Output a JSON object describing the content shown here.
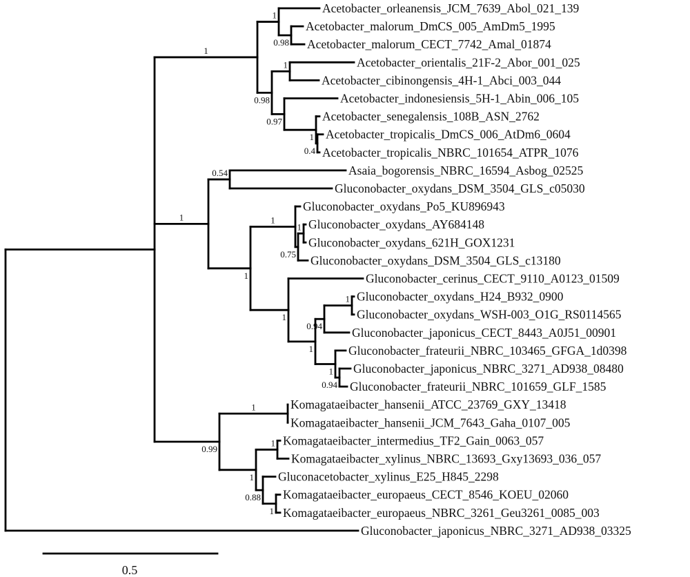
{
  "scale_bar": {
    "label": "0.5",
    "length": 0.5
  },
  "tree": {
    "children": [
      {
        "children": [
          {
            "support": "1",
            "children": [
              {
                "support": "1",
                "children": [
                  {
                    "label": "Acetobacter_orleanensis_JCM_7639_Abol_021_139"
                  },
                  {
                    "support": "0.98",
                    "children": [
                      {
                        "label": "Acetobacter_malorum_DmCS_005_AmDm5_1995"
                      },
                      {
                        "label": "Acetobacter_malorum_CECT_7742_Amal_01874"
                      }
                    ]
                  }
                ]
              },
              {
                "support": "0.98",
                "children": [
                  {
                    "support": "1",
                    "children": [
                      {
                        "label": "Acetobacter_orientalis_21F-2_Abor_001_025"
                      },
                      {
                        "label": "Acetobacter_cibinongensis_4H-1_Abci_003_044"
                      }
                    ]
                  },
                  {
                    "support": "0.97",
                    "children": [
                      {
                        "label": "Acetobacter_indonesiensis_5H-1_Abin_006_105"
                      },
                      {
                        "support": "1",
                        "children": [
                          {
                            "label": "Acetobacter_senegalensis_108B_ASN_2762"
                          },
                          {
                            "support": "0.4",
                            "children": [
                              {
                                "label": "Acetobacter_tropicalis_DmCS_006_AtDm6_0604"
                              },
                              {
                                "label": "Acetobacter_tropicalis_NBRC_101654_ATPR_1076"
                              }
                            ]
                          }
                        ]
                      }
                    ]
                  }
                ]
              }
            ]
          },
          {
            "support": "1",
            "children": [
              {
                "support": "0.54",
                "children": [
                  {
                    "label": "Asaia_bogorensis_NBRC_16594_Asbog_02525"
                  },
                  {
                    "label": "Gluconobacter_oxydans_DSM_3504_GLS_c05030"
                  }
                ]
              },
              {
                "support": "1",
                "children": [
                  {
                    "support": "1",
                    "children": [
                      {
                        "label": "Gluconobacter_oxydans_Po5_KU896943"
                      },
                      {
                        "support": "0.75",
                        "children": [
                          {
                            "support": "1",
                            "children": [
                              {
                                "label": "Gluconobacter_oxydans_AY684148"
                              },
                              {
                                "label": "Gluconobacter_oxydans_621H_GOX1231"
                              }
                            ]
                          },
                          {
                            "label": "Gluconobacter_oxydans_DSM_3504_GLS_c13180"
                          }
                        ]
                      }
                    ]
                  },
                  {
                    "support": "1",
                    "children": [
                      {
                        "label": "Gluconobacter_cerinus_CECT_9110_A0123_01509"
                      },
                      {
                        "support": "1",
                        "children": [
                          {
                            "support": "0.94",
                            "children": [
                              {
                                "support": "1",
                                "children": [
                                  {
                                    "label": "Gluconobacter_oxydans_H24_B932_0900"
                                  },
                                  {
                                    "label": "Gluconobacter_oxydans_WSH-003_O1G_RS0114565"
                                  }
                                ]
                              },
                              {
                                "label": "Gluconobacter_japonicus_CECT_8443_A0J51_00901"
                              }
                            ]
                          },
                          {
                            "support": "1",
                            "children": [
                              {
                                "label": "Gluconobacter_frateurii_NBRC_103465_GFGA_1d0398"
                              },
                              {
                                "support": "0.94",
                                "children": [
                                  {
                                    "label": "Gluconobacter_japonicus_NBRC_3271_AD938_08480"
                                  },
                                  {
                                    "label": "Gluconobacter_frateurii_NBRC_101659_GLF_1585"
                                  }
                                ]
                              }
                            ]
                          }
                        ]
                      }
                    ]
                  }
                ]
              }
            ]
          },
          {
            "support": "0.99",
            "children": [
              {
                "support": "1",
                "children": [
                  {
                    "label": "Komagataeibacter_hansenii_ATCC_23769_GXY_13418"
                  },
                  {
                    "label": "Komagataeibacter_hansenii_JCM_7643_Gaha_0107_005"
                  }
                ]
              },
              {
                "support": "1",
                "children": [
                  {
                    "support": "1",
                    "children": [
                      {
                        "label": "Komagataeibacter_intermedius_TF2_Gain_0063_057"
                      },
                      {
                        "label": "Komagataeibacter_xylinus_NBRC_13693_Gxy13693_036_057"
                      }
                    ]
                  },
                  {
                    "support": "0.88",
                    "children": [
                      {
                        "label": "Gluconacetobacter_xylinus_E25_H845_2298"
                      },
                      {
                        "support": "1",
                        "children": [
                          {
                            "label": "Komagataeibacter_europaeus_CECT_8546_KOEU_02060"
                          },
                          {
                            "label": "Komagataeibacter_europaeus_NBRC_3261_Geu3261_0085_003"
                          }
                        ]
                      }
                    ]
                  }
                ]
              }
            ]
          }
        ]
      },
      {
        "label": "Gluconobacter_japonicus_NBRC_3271_AD938_03325"
      }
    ]
  }
}
